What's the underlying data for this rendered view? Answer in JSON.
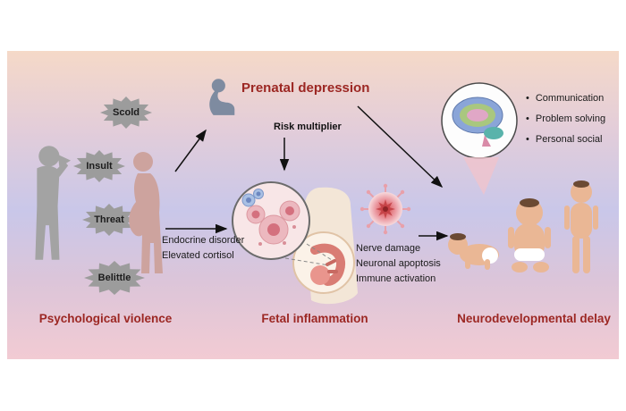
{
  "left": {
    "bursts": [
      "Scold",
      "Insult",
      "Threat",
      "Belittle"
    ],
    "label": "Psychological violence"
  },
  "top_flow": {
    "title": "Prenatal depression",
    "risk_label": "Risk multiplier"
  },
  "center_flow": {
    "mechanism": [
      "Endocrine disorder",
      "Elevated cortisol"
    ],
    "label": "Fetal inflammation",
    "effects": [
      "Nerve damage",
      "Neuronal apoptosis",
      "Immune activation"
    ]
  },
  "right_flow": {
    "outcomes": [
      "Communication",
      "Problem solving",
      "Personal social"
    ],
    "label": "Neurodevelopmental delay"
  },
  "colors": {
    "heading_red": "#9c2723",
    "burst_gray": "#9c9c9c",
    "background_top": "#f5d9c8",
    "background_middle": "#c9c7e9",
    "background_bottom": "#f2cbd3",
    "inflammation_red": "#c23b3b"
  }
}
